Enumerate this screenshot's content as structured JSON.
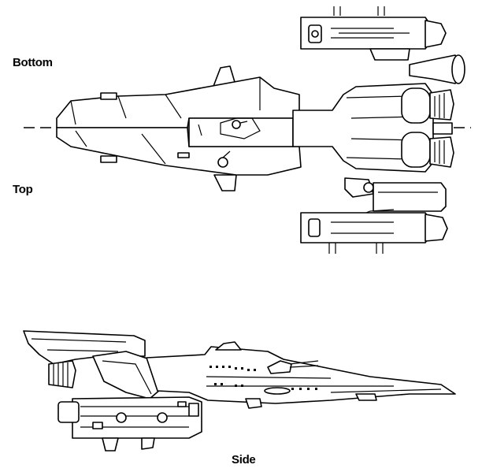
{
  "labels": {
    "bottom": "Bottom",
    "top": "Top",
    "side": "Side"
  },
  "colors": {
    "ink": "#000000",
    "background": "#ffffff"
  }
}
